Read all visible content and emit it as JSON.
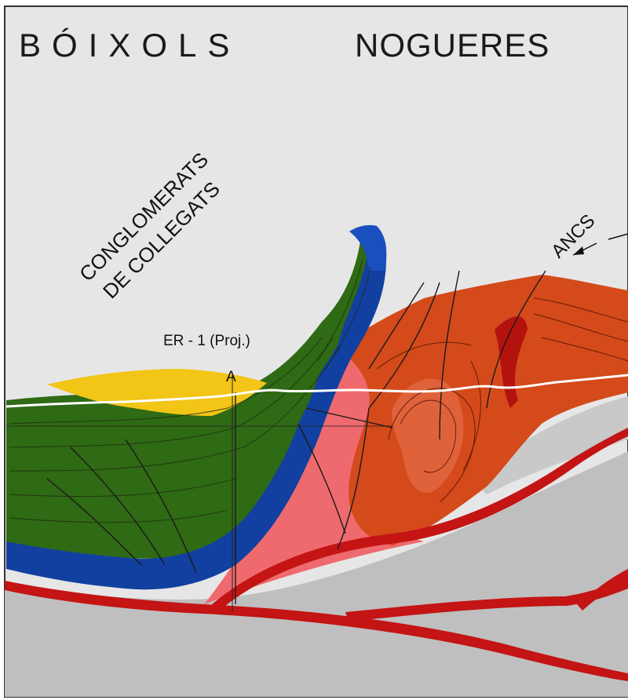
{
  "titles": {
    "left": "BÓIXOLS",
    "right": "NOGUERES"
  },
  "labels": {
    "conglomerats_line1": "CONGLOMERATS",
    "conglomerats_line2": "DE COLLEGATS",
    "well": "ER - 1 (Proj.)",
    "well_marker": "A",
    "ancs": "ANCS"
  },
  "colors": {
    "background": "#e6e6e6",
    "basement_gray": "#bfbfbf",
    "green_unit": "#2f6a14",
    "blue_unit": "#1240a0",
    "pink_unit": "#ee6a6e",
    "orange_unit": "#d44a1a",
    "red_thrust": "#c41414",
    "yellow_unit": "#f2c516",
    "surface_line": "#ffffff"
  }
}
